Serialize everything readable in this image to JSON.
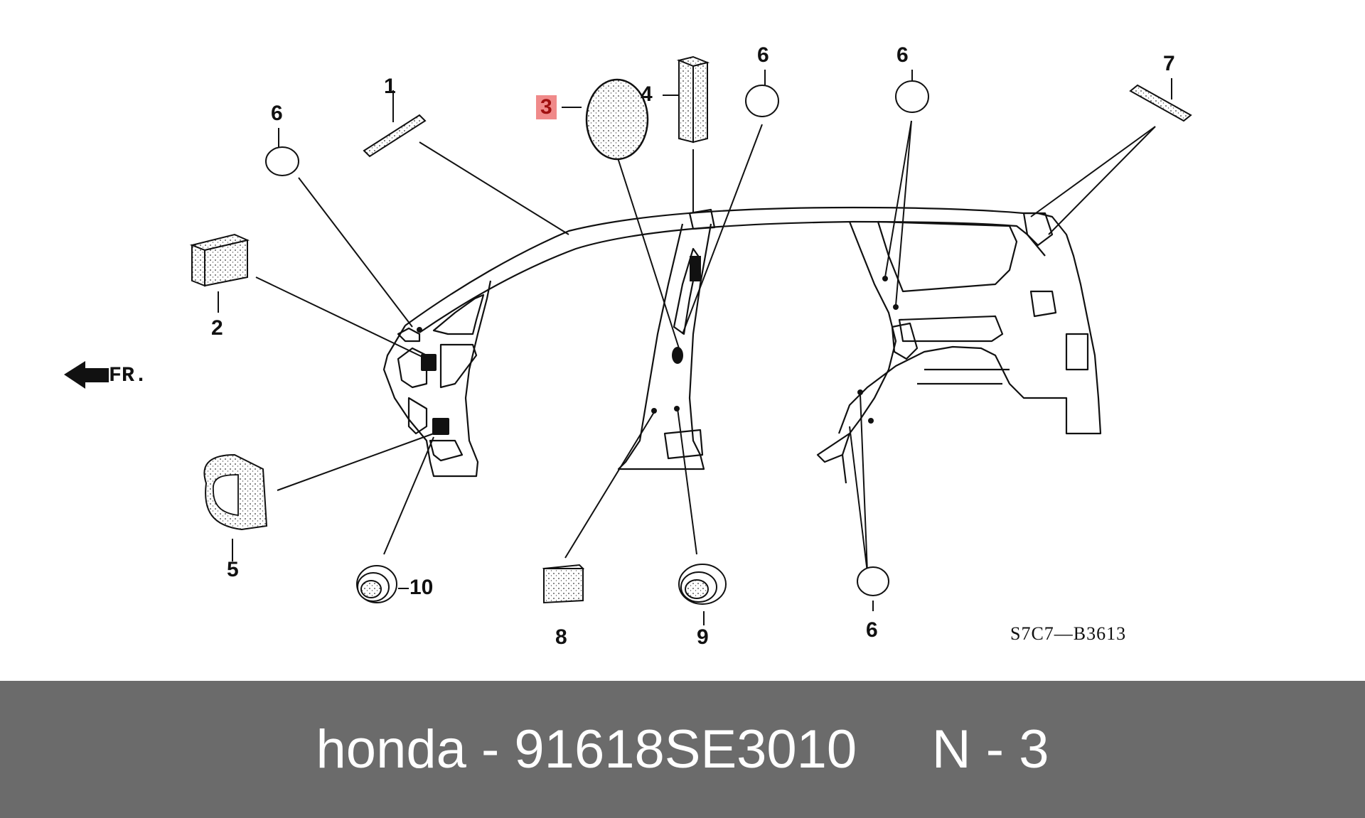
{
  "diagram": {
    "direction_label": "FR.",
    "diagram_code": "S7C7—B3613",
    "highlight_color": "#f08a8a",
    "callouts": [
      {
        "id": "c1",
        "text": "1",
        "highlighted": false
      },
      {
        "id": "c2",
        "text": "2",
        "highlighted": false
      },
      {
        "id": "c3",
        "text": "3",
        "highlighted": true
      },
      {
        "id": "c4",
        "text": "4",
        "highlighted": false
      },
      {
        "id": "c5",
        "text": "5",
        "highlighted": false
      },
      {
        "id": "c6a",
        "text": "6",
        "highlighted": false
      },
      {
        "id": "c6b",
        "text": "6",
        "highlighted": false
      },
      {
        "id": "c6c",
        "text": "6",
        "highlighted": false
      },
      {
        "id": "c6d",
        "text": "6",
        "highlighted": false
      },
      {
        "id": "c7",
        "text": "7",
        "highlighted": false
      },
      {
        "id": "c8",
        "text": "8",
        "highlighted": false
      },
      {
        "id": "c9",
        "text": "9",
        "highlighted": false
      },
      {
        "id": "c10",
        "text": "10",
        "highlighted": false
      }
    ]
  },
  "footer": {
    "text": "honda - 91618SE3010     N - 3",
    "background": "#6b6b6b",
    "color": "#ffffff"
  }
}
